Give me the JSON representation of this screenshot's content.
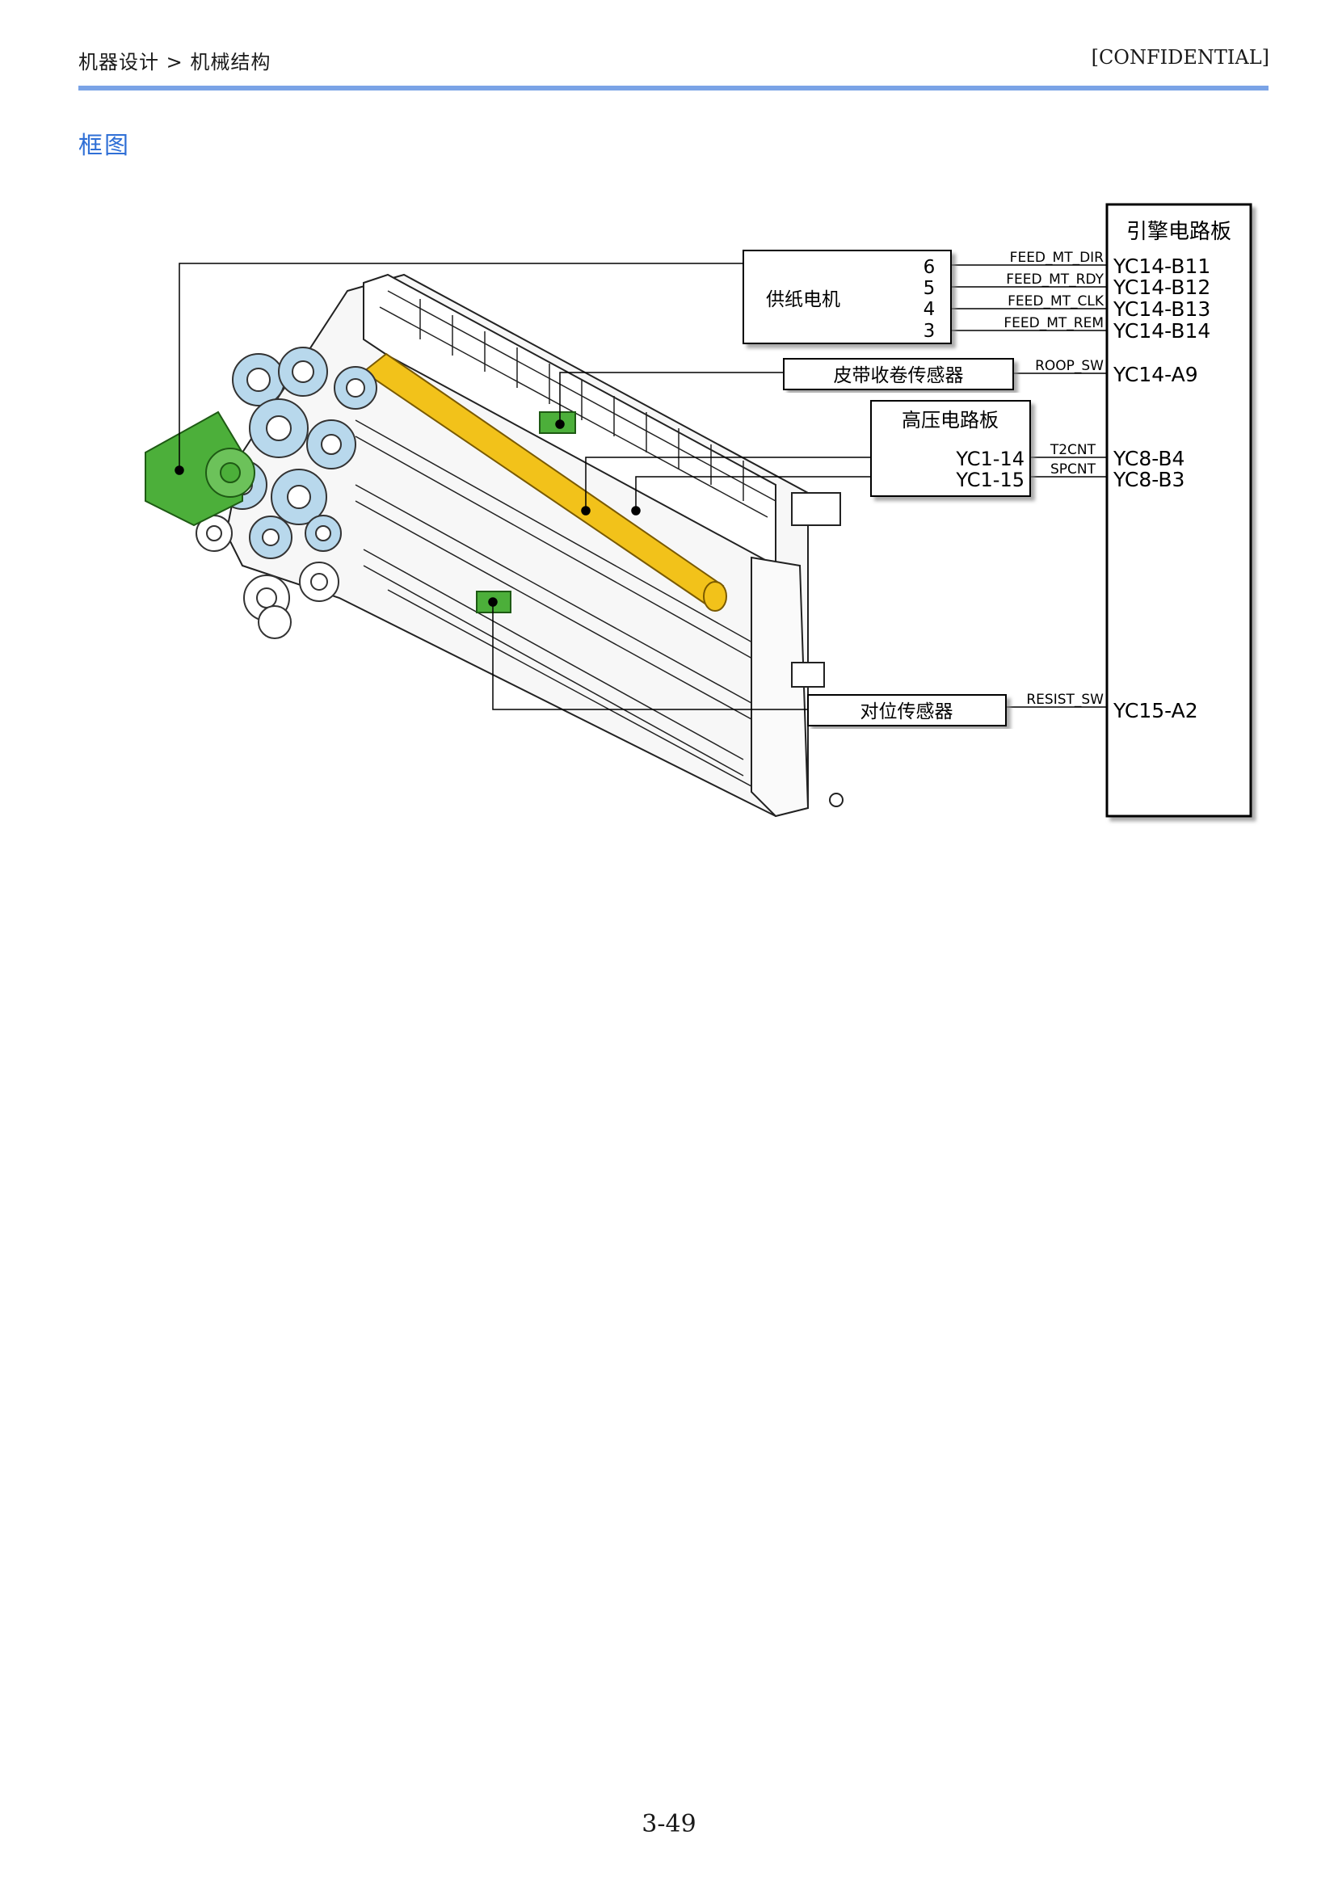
{
  "header": {
    "breadcrumb": "机器设计 > 机械结构",
    "confidential": "[CONFIDENTIAL]"
  },
  "section_title": "框图",
  "diagram": {
    "engine_board": {
      "title": "引擎电路板"
    },
    "feed_motor": {
      "label": "供纸电机",
      "pins": [
        "6",
        "5",
        "4",
        "3"
      ],
      "signals": [
        "FEED_MT_DIR",
        "FEED_MT_RDY",
        "FEED_MT_CLK",
        "FEED_MT_REM"
      ],
      "connectors": [
        "YC14-B11",
        "YC14-B12",
        "YC14-B13",
        "YC14-B14"
      ]
    },
    "belt_sensor": {
      "label": "皮带收卷传感器",
      "signal": "ROOP_SW",
      "connector": "YC14-A9"
    },
    "hv_board": {
      "label": "高压电路板",
      "pins": [
        "YC1-14",
        "YC1-15"
      ],
      "signals": [
        "T2CNT",
        "SPCNT"
      ],
      "connectors": [
        "YC8-B4",
        "YC8-B3"
      ]
    },
    "registration_sensor": {
      "label": "对位传感器",
      "signal": "RESIST_SW",
      "connector": "YC15-A2"
    },
    "colors": {
      "roller": "#f2c21a",
      "gear": "#b8d8ec",
      "motor": "#4caf3a",
      "sensor": "#4caf3a"
    }
  },
  "footer": {
    "page_number": "3-49"
  }
}
